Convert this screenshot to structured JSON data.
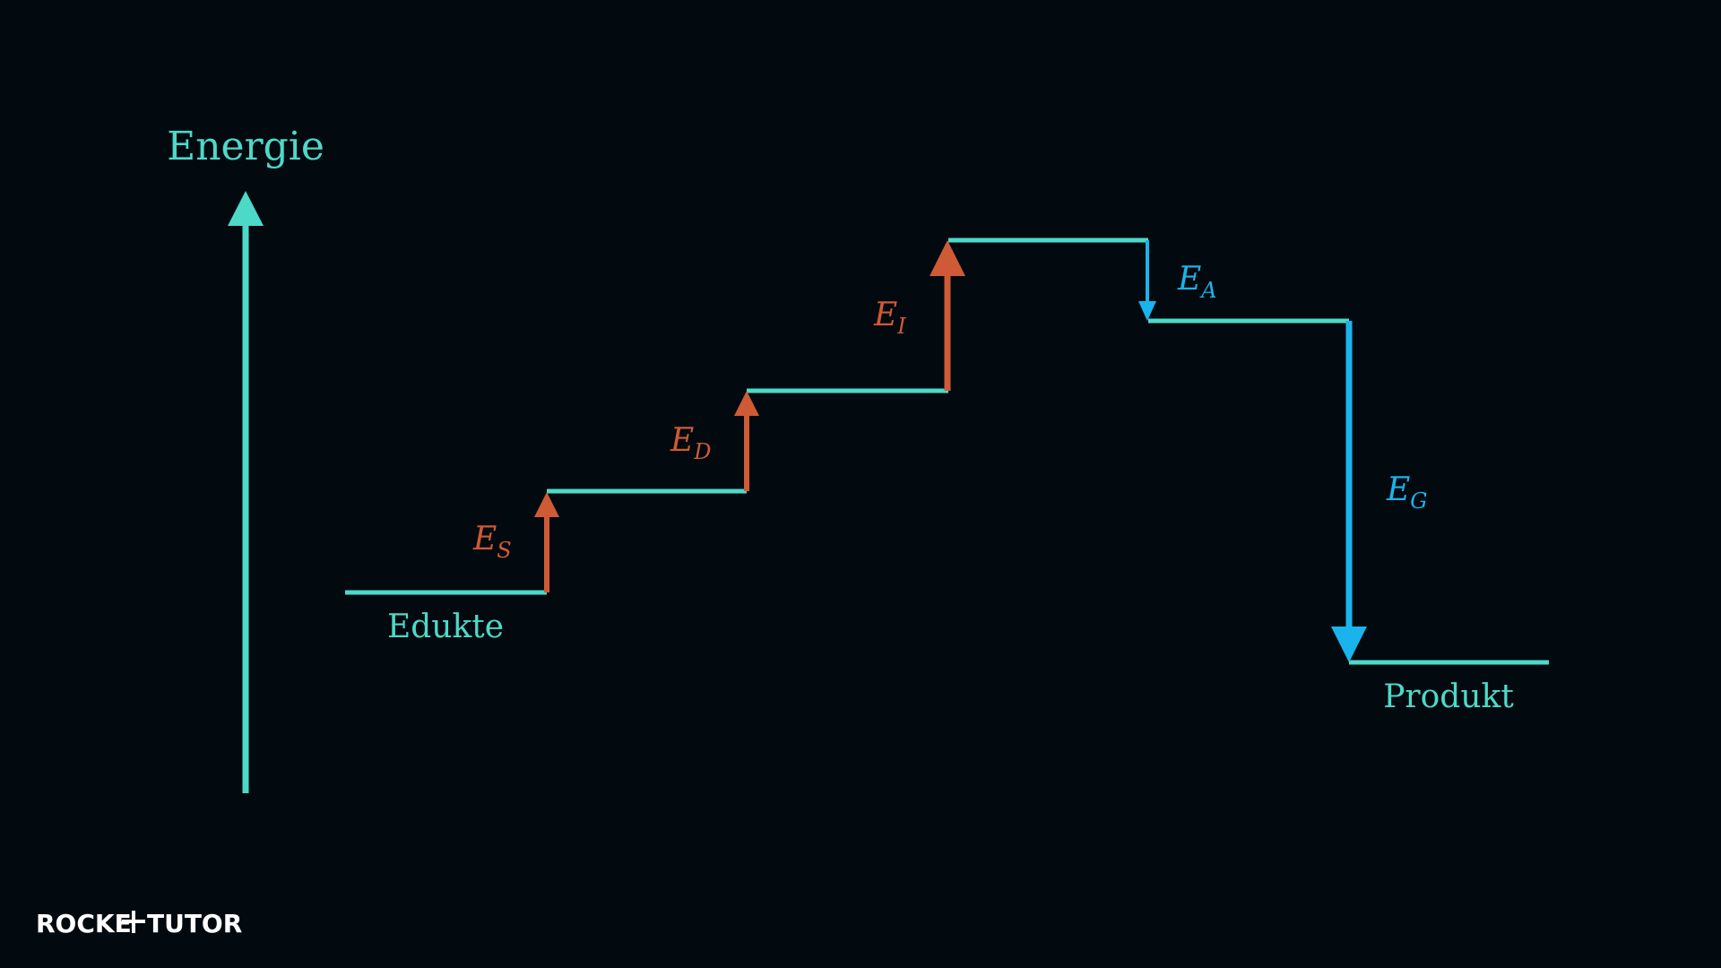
{
  "axis": {
    "label": "Energie"
  },
  "levels": {
    "start_label": "Edukte",
    "end_label": "Produkt"
  },
  "energies": {
    "es": {
      "base": "E",
      "sub": "S"
    },
    "ed": {
      "base": "E",
      "sub": "D"
    },
    "ei": {
      "base": "E",
      "sub": "I"
    },
    "ea": {
      "base": "E",
      "sub": "A"
    },
    "eg": {
      "base": "E",
      "sub": "G"
    }
  },
  "logo": {
    "left": "ROCKE",
    "right": "TUTOR"
  },
  "colors": {
    "background": "#020a10",
    "axis": "#4dd9c8",
    "level": "#4dd9c8",
    "absorbed": "#cf5a36",
    "released": "#1ab4ec",
    "logo": "#ffffff"
  }
}
